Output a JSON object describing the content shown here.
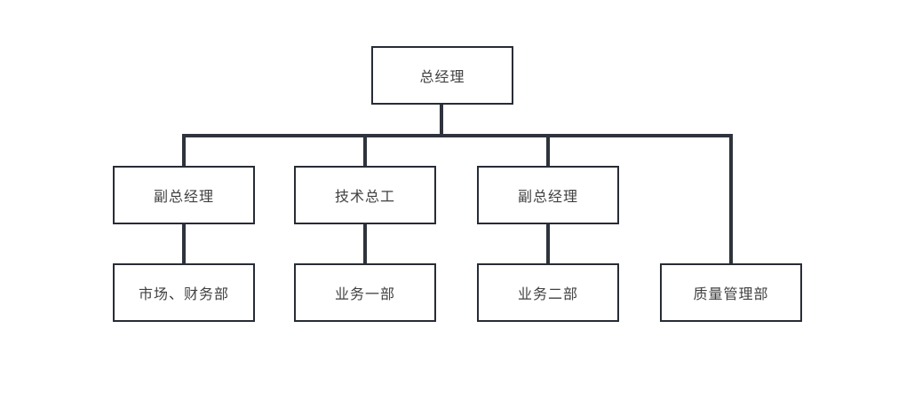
{
  "diagram": {
    "type": "org-chart",
    "colors": {
      "page_background": "#ffffff",
      "connector": "#2e333c",
      "node_border": "#272c35",
      "node_background": "#ffffff",
      "label_text": "#404040"
    },
    "nodes": [
      {
        "id": "general-manager",
        "label": "总经理",
        "level": 1
      },
      {
        "id": "deputy-general-manager-1",
        "label": "副总经理",
        "level": 2
      },
      {
        "id": "chief-engineer",
        "label": "技术总工",
        "level": 2
      },
      {
        "id": "deputy-general-manager-2",
        "label": "副总经理",
        "level": 2
      },
      {
        "id": "marketing-finance-dept",
        "label": "市场、财务部",
        "level": 3
      },
      {
        "id": "business-dept-1",
        "label": "业务一部",
        "level": 3
      },
      {
        "id": "business-dept-2",
        "label": "业务二部",
        "level": 3
      },
      {
        "id": "quality-management-dept",
        "label": "质量管理部",
        "level": 3
      }
    ],
    "edges": [
      {
        "from": "general-manager",
        "to": "deputy-general-manager-1"
      },
      {
        "from": "general-manager",
        "to": "chief-engineer"
      },
      {
        "from": "general-manager",
        "to": "deputy-general-manager-2"
      },
      {
        "from": "general-manager",
        "to": "quality-management-dept"
      },
      {
        "from": "deputy-general-manager-1",
        "to": "marketing-finance-dept"
      },
      {
        "from": "chief-engineer",
        "to": "business-dept-1"
      },
      {
        "from": "deputy-general-manager-2",
        "to": "business-dept-2"
      }
    ]
  }
}
